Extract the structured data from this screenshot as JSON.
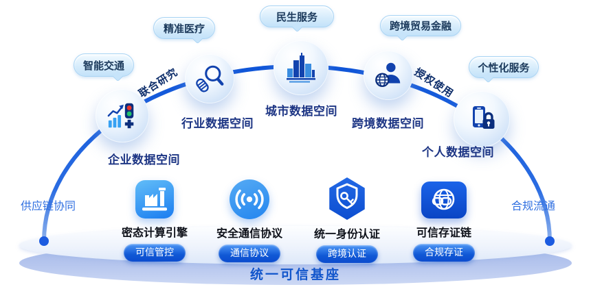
{
  "base": {
    "title": "统一可信基座"
  },
  "side_labels": {
    "left": "供应链协同",
    "right": "合规流通"
  },
  "arc_labels": {
    "left": "联合研究",
    "right": "授权使用"
  },
  "bubbles": [
    {
      "id": "smart-traffic",
      "label": "智能交通"
    },
    {
      "id": "precision-medicine",
      "label": "精准医疗"
    },
    {
      "id": "livelihood-services",
      "label": "民生服务"
    },
    {
      "id": "cross-border-trade-finance",
      "label": "跨境贸易金融"
    },
    {
      "id": "personalized-services",
      "label": "个性化服务"
    }
  ],
  "nodes": [
    {
      "id": "enterprise",
      "label": "企业数据空间",
      "icon": "chart-traffic-light-icon"
    },
    {
      "id": "industry",
      "label": "行业数据空间",
      "icon": "dna-magnifier-icon"
    },
    {
      "id": "city",
      "label": "城市数据空间",
      "icon": "city-skyline-icon"
    },
    {
      "id": "cross-border",
      "label": "跨境数据空间",
      "icon": "person-globe-icon"
    },
    {
      "id": "personal",
      "label": "个人数据空间",
      "icon": "phone-lock-icon"
    }
  ],
  "engines": [
    {
      "id": "confidential-computing-engine",
      "label": "密态计算引擎",
      "tag": "可信管控",
      "icon": "factory-icon"
    },
    {
      "id": "secure-communication-protocol",
      "label": "安全通信协议",
      "tag": "通信协议",
      "icon": "signal-icon"
    },
    {
      "id": "unified-identity-auth",
      "label": "统一身份认证",
      "tag": "跨境认证",
      "icon": "shield-key-icon"
    },
    {
      "id": "trusted-evidence-chain",
      "label": "可信存证链",
      "tag": "合规存证",
      "icon": "globe-chain-icon"
    }
  ],
  "colors": {
    "arc_blue": "#1659d8",
    "node_label": "#1d3584",
    "pill_blue": "#0b4ccf",
    "base_title_blue": "#1155cb",
    "platform_rim": "#b4c5ee",
    "bubble_fill": "#d4ebfb"
  }
}
